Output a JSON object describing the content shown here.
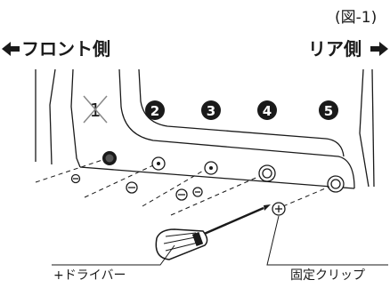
{
  "figure_label": "(図-1)",
  "front_label": "フロント側",
  "rear_label": "リア側",
  "screw_markers": [
    "1",
    "2",
    "3",
    "4",
    "5"
  ],
  "screwdriver_label": "+ドライバー",
  "clip_label": "固定クリップ",
  "colors": {
    "ink": "#1a1a1a",
    "marker_fill": "#1a1a1a",
    "background": "#ffffff"
  }
}
